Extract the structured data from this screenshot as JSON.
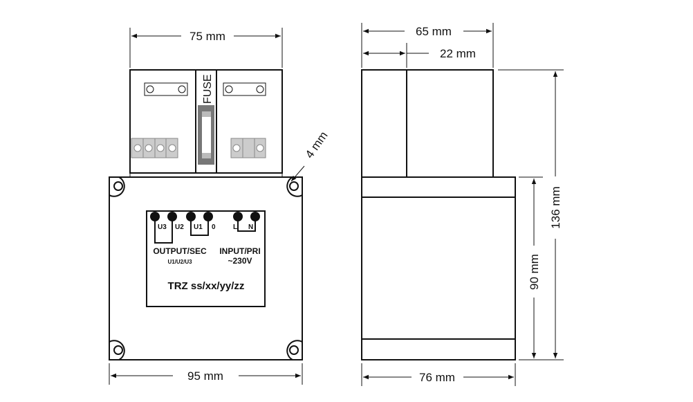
{
  "dimensions": {
    "top_width": "75 mm",
    "base_width": "95 mm",
    "hole": "4 mm",
    "side_depth": "65 mm",
    "side_top_depth": "22 mm",
    "side_base_depth": "76 mm",
    "total_height": "136 mm",
    "base_height": "90 mm"
  },
  "fuse_label": "FUSE",
  "label_plate": {
    "terminals": [
      "U3",
      "U2",
      "U1",
      "0",
      "L",
      "N"
    ],
    "output_title": "OUTPUT/SEC",
    "output_sub": "U1/U2/U3",
    "input_title": "INPUT/PRI",
    "input_sub": "~230V",
    "model": "TRZ ss/xx/yy/zz"
  }
}
